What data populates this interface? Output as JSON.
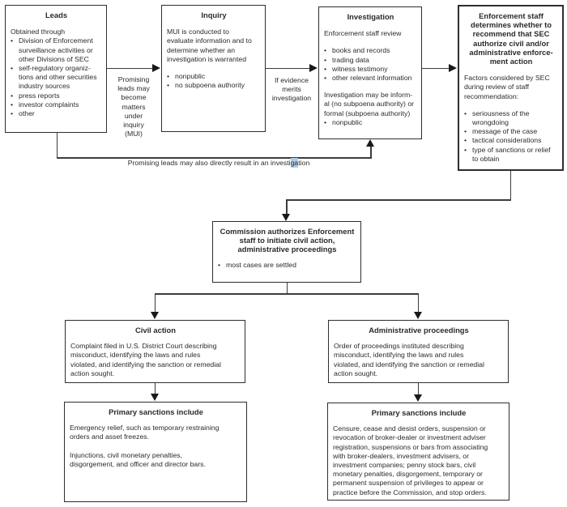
{
  "ui": {
    "bullet_char": "•",
    "highlight_color": "#aecbea",
    "line_color": "#3c3c3c"
  },
  "boxes": {
    "leads": {
      "title": "Leads",
      "intro": "Obtained through",
      "bullets": [
        "Division of Enforcement\nsurveillance activities or\nother Divisions of SEC",
        "self-regulatory organiz-\ntions and other securities\nindustry sources",
        "press reports",
        "investor complaints",
        "other"
      ]
    },
    "inquiry": {
      "title": "Inquiry",
      "body": "MUI is conducted to\nevaluate information and to\ndetermine whether an\ninvestigation is warranted",
      "bullets": [
        "nonpublic",
        "no subpoena authority"
      ]
    },
    "investigation": {
      "title": "Investigation",
      "intro": "Enforcement staff review",
      "bullets": [
        "books and records",
        "trading data",
        "witness testimony",
        "other relevant information"
      ],
      "body2": "Investigation may be inform-\nal (no subpoena authority) or\nformal (subpoena authority)",
      "bullets2": [
        "nonpublic"
      ]
    },
    "enforcement": {
      "title": "Enforcement staff\ndetermines whether to\nrecommend that SEC\nauthorize civil and/or\nadministrative enforce-\nment action",
      "intro": "Factors considered by SEC\nduring review of staff\nrecommendation:",
      "bullets": [
        "seriousness of the\nwrongdoing",
        "message of the case",
        "tactical considerations",
        "type of sanctions or relief\nto obtain"
      ]
    },
    "commission": {
      "title": "Commission authorizes Enforcement\nstaff to initiate civil action,\nadministrative proceedings",
      "bullets": [
        "most cases are settled"
      ]
    },
    "civil": {
      "title": "Civil action",
      "body": "Complaint filed in U.S. District Court describing\nmisconduct, identifying the laws and rules\nviolated, and identifying the sanction or remedial\naction sought."
    },
    "admin": {
      "title": "Administrative proceedings",
      "body": "Order of proceedings instituted describing\nmisconduct, identifying the laws and rules\nviolated, and identifying the sanction or remedial\naction sought."
    },
    "sanctions_civil": {
      "title": "Primary sanctions include",
      "body": "Emergency relief, such as temporary restraining\norders and asset freezes.\n\nInjunctions, civil monetary penalties,\ndisgorgement, and officer and director bars."
    },
    "sanctions_admin": {
      "title": "Primary sanctions include",
      "body": "Censure, cease and desist orders, suspension or\nrevocation of broker-dealer or investment adviser\nregistration, suspensions or bars from associating\nwith broker-dealers, investment advisers, or\ninvestment companies; penny stock bars, civil\nmonetary penalties, disgorgement, temporary or\npermanent suspension of privileges to appear or\npractice before the Commission, and stop orders."
    }
  },
  "labels": {
    "leads_to_inquiry": "Promising\nleads may\nbecome\nmatters\nunder\ninquiry\n(MUI)",
    "inquiry_to_investigation": "If evidence\nmerits\ninvestigation",
    "bypass_pre": "Promising leads may also directly result in an investi",
    "bypass_highlight": "ga",
    "bypass_post": "tion"
  }
}
